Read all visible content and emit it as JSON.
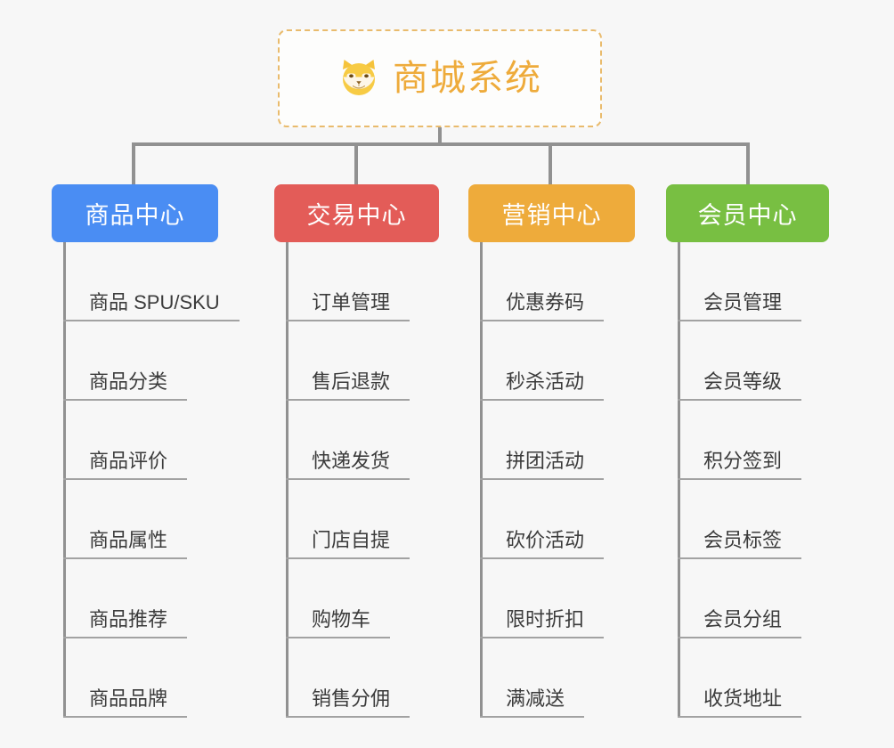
{
  "canvas": {
    "background": "#f7f7f7",
    "connector_color": "#919191"
  },
  "root": {
    "title": "商城系统",
    "icon": "shiba-dog-icon",
    "text_color": "#eeab3b",
    "border_color": "#e9bb6d",
    "background": "#fdfdfc"
  },
  "columns": [
    {
      "id": "product-center",
      "title": "商品中心",
      "color": "#4a8df3",
      "items": [
        "商品 SPU/SKU",
        "商品分类",
        "商品评价",
        "商品属性",
        "商品推荐",
        "商品品牌"
      ]
    },
    {
      "id": "trade-center",
      "title": "交易中心",
      "color": "#e35c58",
      "items": [
        "订单管理",
        "售后退款",
        "快递发货",
        "门店自提",
        "购物车",
        "销售分佣"
      ]
    },
    {
      "id": "marketing-center",
      "title": "营销中心",
      "color": "#eeab3b",
      "items": [
        "优惠券码",
        "秒杀活动",
        "拼团活动",
        "砍价活动",
        "限时折扣",
        "满减送"
      ]
    },
    {
      "id": "member-center",
      "title": "会员中心",
      "color": "#78bf42",
      "items": [
        "会员管理",
        "会员等级",
        "积分签到",
        "会员标签",
        "会员分组",
        "收货地址"
      ]
    }
  ]
}
